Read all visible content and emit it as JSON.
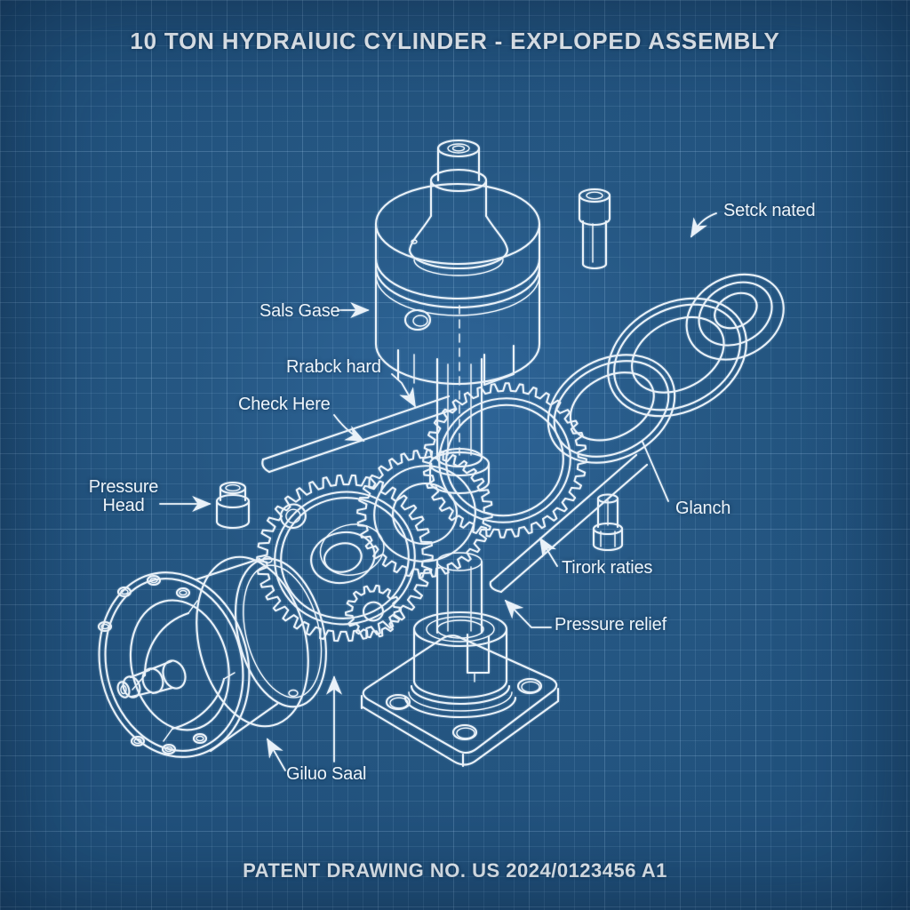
{
  "header": {
    "title": "10 TON HYDRAlUIC CYLINDER - EXPLOPED ASSEMBLY"
  },
  "footer": {
    "text": "PATENT DRAWING NO. US 2024/0123456 A1"
  },
  "labels": {
    "sals_gase": "Sals Gase",
    "rrabck_hard": "Rrabck hard",
    "check_here": "Check Here",
    "pressure_head": "Pressure\nHead",
    "setck_nated": "Setck nated",
    "glanch": "Glanch",
    "tirork_raties": "Tirork raties",
    "pressure_relief": "Pressure relief",
    "giluo_saal": "Giluo Saal"
  },
  "colors": {
    "background": "#245480",
    "grid_line": "#96c1e4",
    "drawing_line": "#e9f1f8",
    "text": "#eef5fb"
  }
}
